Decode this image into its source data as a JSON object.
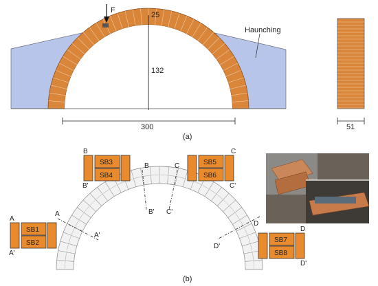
{
  "part_a": {
    "label": "(a)",
    "force_label": "F",
    "crown_thickness": "25",
    "rise": "132",
    "span": "300",
    "side_width": "51",
    "haunching_label": "Haunching"
  },
  "part_b": {
    "label": "(b)",
    "sections": [
      {
        "top": "A",
        "bottom": "A'",
        "upper": "SB1",
        "lower": "SB2"
      },
      {
        "top": "B",
        "bottom": "B'",
        "upper": "SB3",
        "lower": "SB4"
      },
      {
        "top": "C",
        "bottom": "C'",
        "upper": "SB5",
        "lower": "SB6"
      },
      {
        "top": "D",
        "bottom": "D'",
        "upper": "SB7",
        "lower": "SB8"
      }
    ],
    "cut_labels": {
      "a_top": "A",
      "a_bot": "A'",
      "b_top": "B",
      "b_bot": "B'",
      "c_top": "C",
      "c_bot": "C'",
      "d_top": "D",
      "d_bot": "D'"
    }
  },
  "colors": {
    "brick": "#d9863a",
    "haunching": "#b7c5ea",
    "sb_fill": "#e98a2d"
  }
}
